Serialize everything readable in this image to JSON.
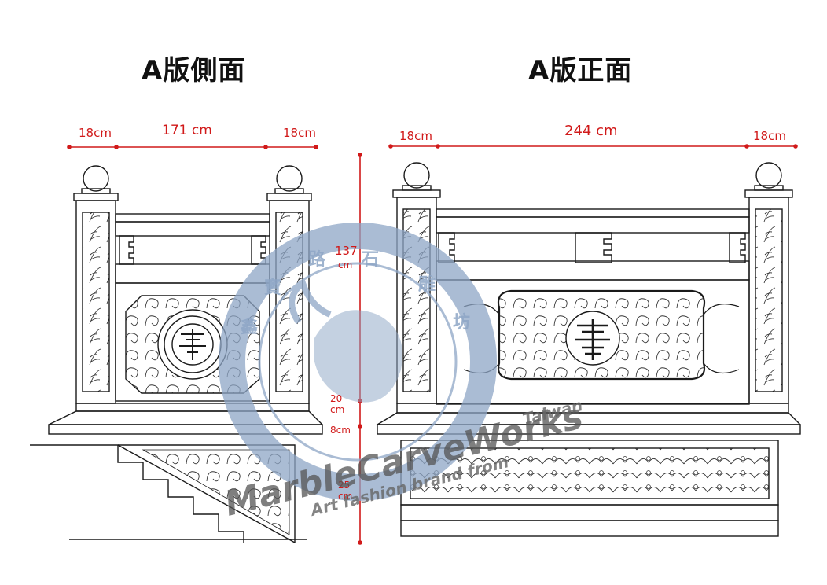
{
  "titles": {
    "side": "A版側面",
    "front": "A版正面"
  },
  "side_dimensions": {
    "left_post": "18cm",
    "span": "171 cm",
    "right_post": "18cm"
  },
  "front_dimensions": {
    "left_post": "18cm",
    "span": "244 cm",
    "right_post": "18cm"
  },
  "vertical_dimensions": {
    "total_height": "137",
    "total_unit": "cm",
    "base": "20",
    "base_unit": "cm",
    "plinth": "8cm",
    "lower": "25",
    "lower_unit": "cm"
  },
  "watermark": {
    "ring_chars": [
      "鑫",
      "寶",
      "路",
      "石",
      "雕",
      "坊"
    ],
    "script_brand": "MarbleCarveWorks",
    "tagline": "Art fashion brand from",
    "country": "Taiwan"
  },
  "colors": {
    "dimension_red": "#d11a1a",
    "watermark_blue": "#8ea6c6",
    "line_black": "#1a1a1a"
  }
}
